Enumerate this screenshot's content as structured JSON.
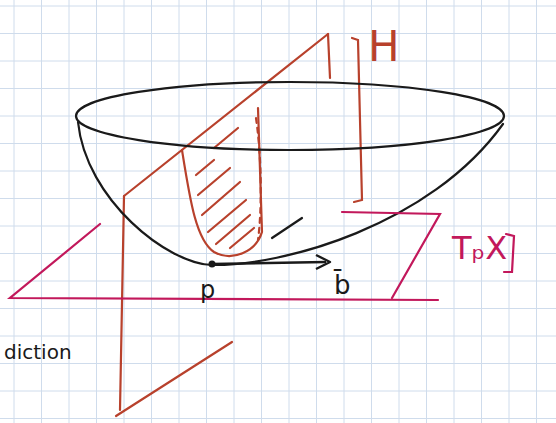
{
  "diagram": {
    "labels": [
      "H",
      "TₚX",
      "p",
      "b̄",
      "diction"
    ]
  }
}
